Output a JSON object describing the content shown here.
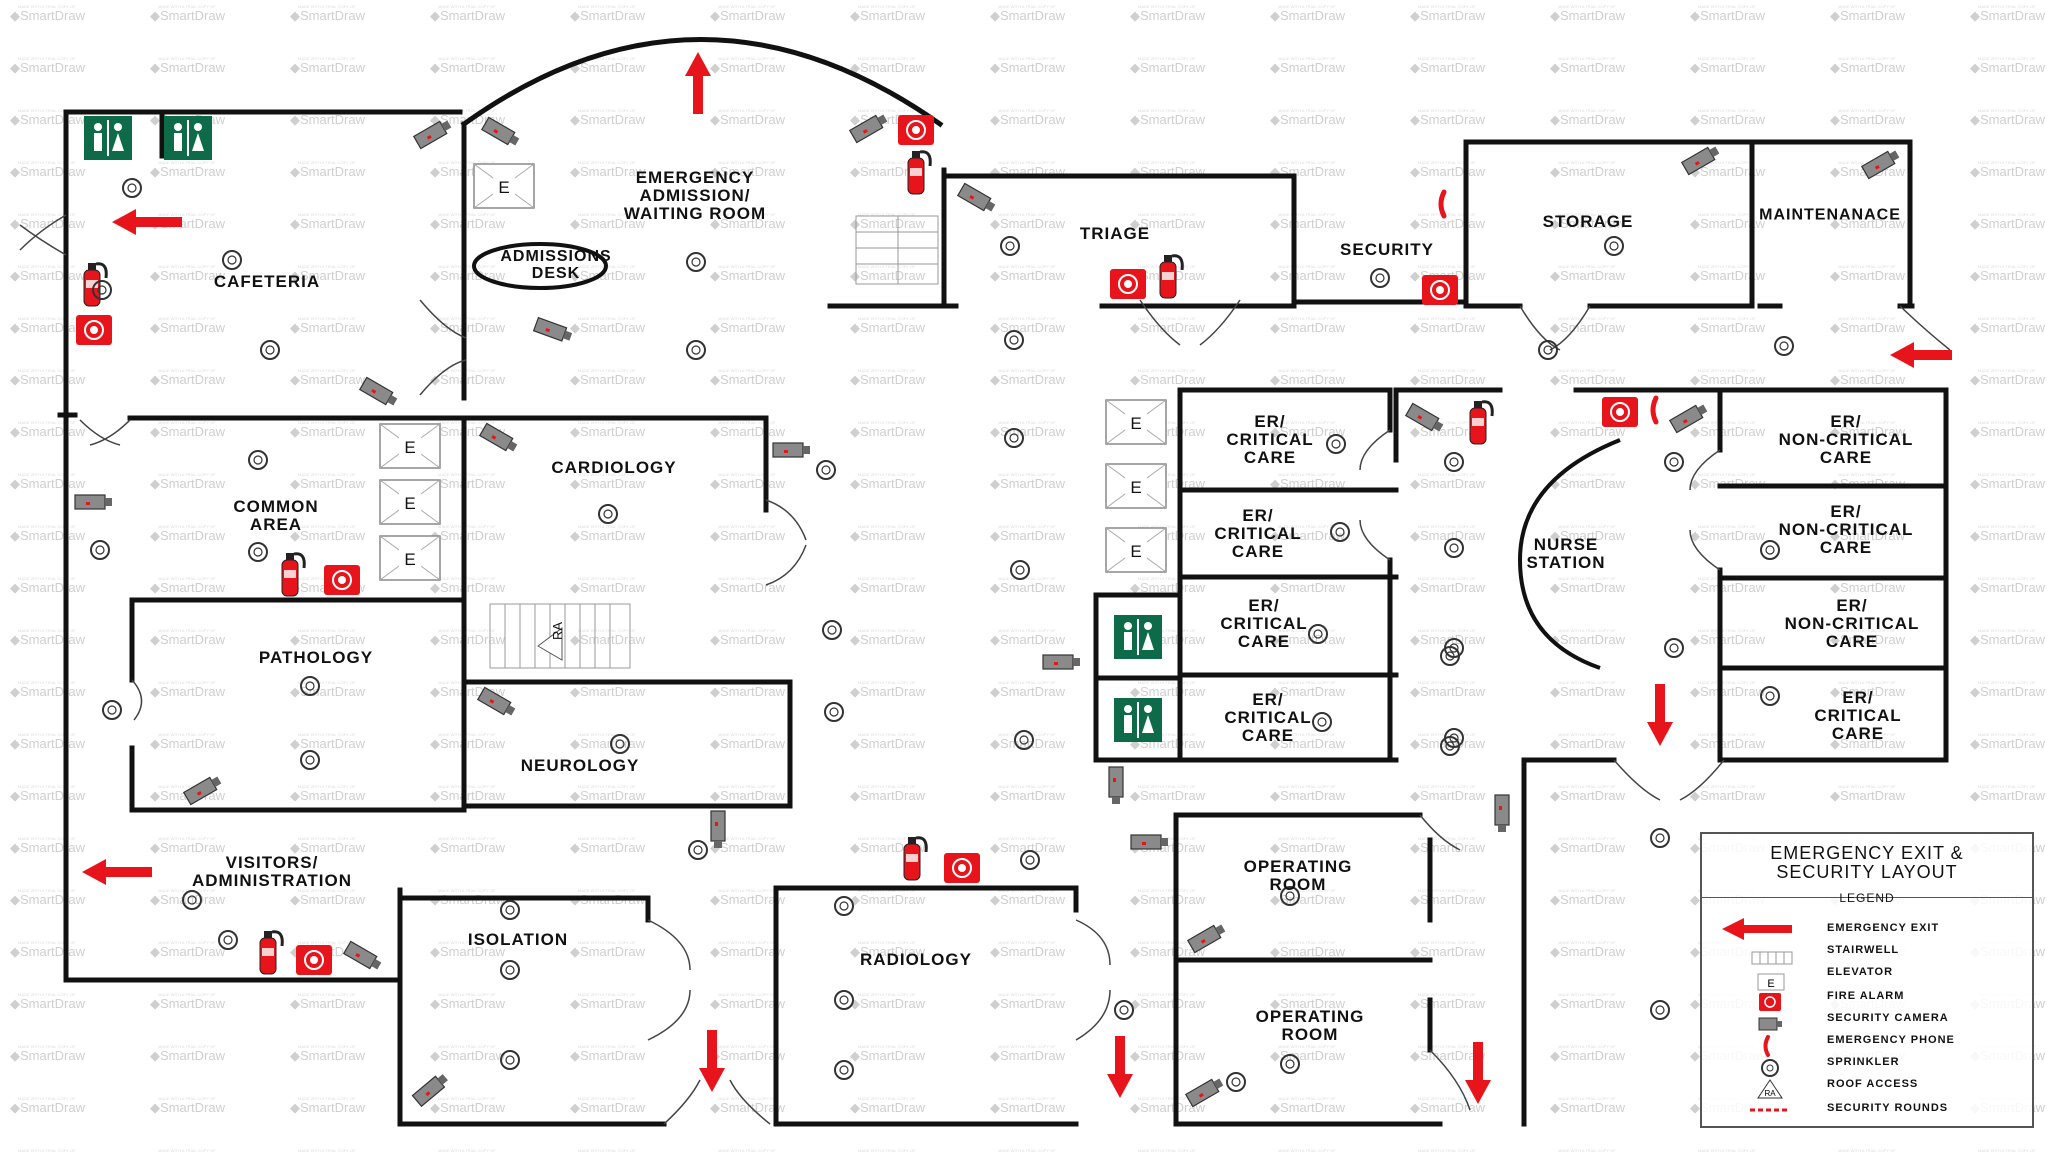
{
  "title": "EMERGENCY EXIT &\nSECURITY LAYOUT",
  "watermark": "SmartDraw",
  "rooms": [
    {
      "id": "emergency-admission",
      "label": "EMERGENCY\nADMISSION/\nWAITING ROOM"
    },
    {
      "id": "admissions-desk",
      "label": "ADMISSIONS\nDESK"
    },
    {
      "id": "cafeteria",
      "label": "CAFETERIA"
    },
    {
      "id": "triage",
      "label": "TRIAGE"
    },
    {
      "id": "security",
      "label": "SECURITY"
    },
    {
      "id": "storage",
      "label": "STORAGE"
    },
    {
      "id": "maintenance",
      "label": "MAINTENANACE"
    },
    {
      "id": "cardiology",
      "label": "CARDIOLOGY"
    },
    {
      "id": "common-area",
      "label": "COMMON\nAREA"
    },
    {
      "id": "pathology",
      "label": "PATHOLOGY"
    },
    {
      "id": "neurology",
      "label": "NEUROLOGY"
    },
    {
      "id": "visitors-administration",
      "label": "VISITORS/\nADMINISTRATION"
    },
    {
      "id": "isolation",
      "label": "ISOLATION"
    },
    {
      "id": "radiology",
      "label": "RADIOLOGY"
    },
    {
      "id": "operating-room-1",
      "label": "OPERATING\nROOM"
    },
    {
      "id": "operating-room-2",
      "label": "OPERATING\nROOM"
    },
    {
      "id": "nurse-station",
      "label": "NURSE\nSTATION"
    },
    {
      "id": "er-critical-1",
      "label": "ER/\nCRITICAL\nCARE"
    },
    {
      "id": "er-critical-2",
      "label": "ER/\nCRITICAL\nCARE"
    },
    {
      "id": "er-critical-3",
      "label": "ER/\nCRITICAL\nCARE"
    },
    {
      "id": "er-critical-4",
      "label": "ER/\nCRITICAL\nCARE"
    },
    {
      "id": "er-noncritical-1",
      "label": "ER/\nNON-CRITICAL\nCARE"
    },
    {
      "id": "er-noncritical-2",
      "label": "ER/\nNON-CRITICAL\nCARE"
    },
    {
      "id": "er-noncritical-3",
      "label": "ER/\nNON-CRITICAL\nCARE"
    },
    {
      "id": "er-critical-5",
      "label": "ER/\nCRITICAL\nCARE"
    }
  ],
  "elevator_letter": "E",
  "roof_access_label": "RA",
  "legend": {
    "heading": "LEGEND",
    "items": [
      {
        "icon": "emergency-exit-arrow",
        "label": "EMERGENCY EXIT"
      },
      {
        "icon": "stairwell",
        "label": "STAIRWELL"
      },
      {
        "icon": "elevator",
        "label": "ELEVATOR"
      },
      {
        "icon": "fire-alarm",
        "label": "FIRE ALARM"
      },
      {
        "icon": "security-camera",
        "label": "SECURITY CAMERA"
      },
      {
        "icon": "emergency-phone",
        "label": "EMERGENCY PHONE"
      },
      {
        "icon": "sprinkler",
        "label": "SPRINKLER"
      },
      {
        "icon": "roof-access",
        "label": "ROOF ACCESS"
      },
      {
        "icon": "security-rounds",
        "label": "SECURITY ROUNDS"
      }
    ]
  },
  "colors": {
    "wall": "#111111",
    "exit": "#e8141c",
    "watermark": "#c9c9c9",
    "camera": "#7a7a7a"
  }
}
